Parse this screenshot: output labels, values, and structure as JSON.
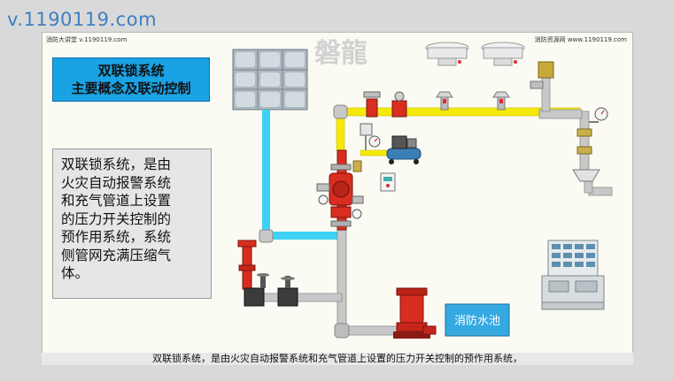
{
  "watermark": {
    "site": "v.1190119.com",
    "brand": "磐龍"
  },
  "slide": {
    "header_left": "消防大讲堂 v.1190119.com",
    "header_right": "消防资源网 www.1190119.com",
    "title_line1": "双联锁系统",
    "title_line2": "主要概念及联动控制",
    "description_lines": [
      "双联锁系统，是由",
      "火灾自动报警系统",
      "和充气管道上设置",
      "的压力开关控制的",
      "预作用系统，系统",
      "侧管网充满压缩气",
      "体。"
    ],
    "pool_label": "消防水池"
  },
  "caption": "双联锁系统，是由火灾自动报警系统和充气管道上设置的压力开关控制的预作用系统，",
  "colors": {
    "air_pipe": "#f5e90a",
    "water_pipe": "#3fd1f5",
    "main_pipe": "#c8c8c8",
    "valve_red": "#d92d1f",
    "title_bg": "#19a2e4",
    "pool_bg": "#35a9e0"
  }
}
